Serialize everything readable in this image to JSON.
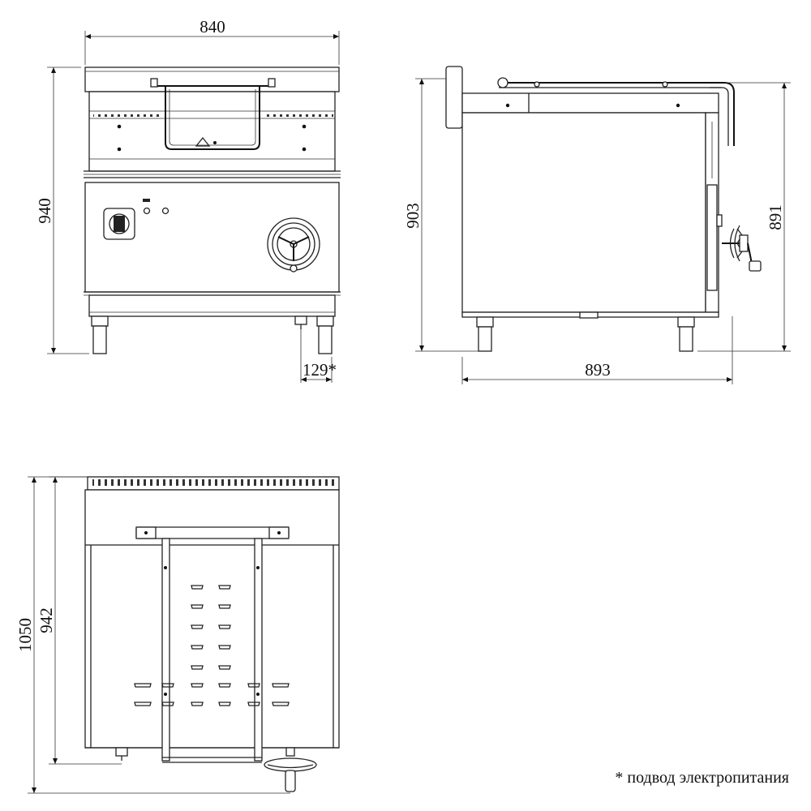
{
  "dimensions": {
    "front_width": "840",
    "front_height": "940",
    "power_offset": "129*",
    "side_height_left": "903",
    "side_height_right": "891",
    "side_depth": "893",
    "top_outer_depth": "1050",
    "top_inner_depth": "942"
  },
  "note": "* подвод электропитания",
  "colors": {
    "line": "#222222",
    "background": "#ffffff"
  }
}
